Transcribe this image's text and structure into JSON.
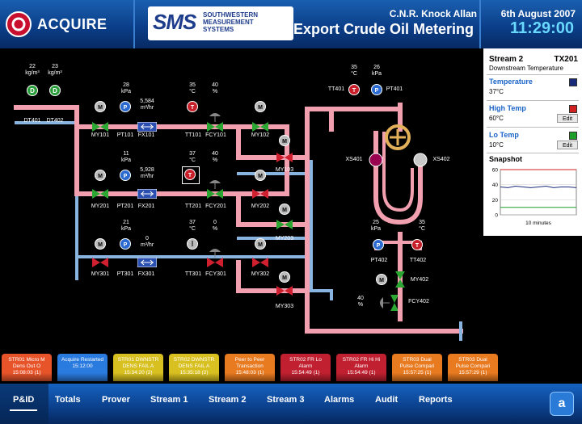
{
  "header": {
    "brand": "ACQUIRE",
    "sms_logo": "SMS",
    "sms_name_1": "SOUTHWESTERN",
    "sms_name_2": "MEASUREMENT",
    "sms_name_3": "SYSTEMS",
    "site": "C.N.R. Knock Allan",
    "app_title": "Export Crude Oil Metering",
    "date": "6th August 2007",
    "time": "11:29:00"
  },
  "density": {
    "units": "kg/m³",
    "dt401": {
      "value": "22",
      "tag": "DT401",
      "icon": "D"
    },
    "dt402": {
      "value": "23",
      "tag": "DT402",
      "icon": "D"
    }
  },
  "units": {
    "kpa": "kPa",
    "degc": "°C",
    "pct": "%",
    "flow": "m³/hr"
  },
  "icons": {
    "motor": "M",
    "pressure": "P",
    "temperature": "T"
  },
  "stream1": {
    "mov": "MY101",
    "pt": {
      "tag": "PT101",
      "value": "28"
    },
    "fx": {
      "tag": "FX101",
      "value": "5,584"
    },
    "tt": {
      "tag": "TT101",
      "value": "35"
    },
    "fcv": {
      "tag": "FCY101",
      "value": "40"
    },
    "mov2": "MY102"
  },
  "stream2": {
    "mov": "MY201",
    "pt": {
      "tag": "PT201",
      "value": "11"
    },
    "fx": {
      "tag": "FX201",
      "value": "5,928"
    },
    "tt": {
      "tag": "TT201",
      "value": "37"
    },
    "fcv": {
      "tag": "FCY201",
      "value": "40"
    },
    "mov2": "MY202"
  },
  "stream3": {
    "mov": "MY301",
    "pt": {
      "tag": "PT301",
      "value": "21"
    },
    "fx": {
      "tag": "FX301",
      "value": "0"
    },
    "tt": {
      "tag": "TT301",
      "value": "37"
    },
    "fcv": {
      "tag": "FCY301",
      "value": "0"
    },
    "mov2": "MY302"
  },
  "crossover": {
    "my103": "MY103",
    "my203": "MY203",
    "my303": "MY303"
  },
  "prover": {
    "tt401": {
      "tag": "TT401",
      "value": "35"
    },
    "pt401": {
      "tag": "PT401",
      "value": "26"
    },
    "xs401": "XS401",
    "xs402": "XS402",
    "pt402": {
      "tag": "PT402",
      "value": "25"
    },
    "tt402": {
      "tag": "TT402",
      "value": "35"
    },
    "my402": "MY402",
    "fcv402": {
      "tag": "FCY402",
      "value": "40"
    }
  },
  "panel": {
    "stream": "Stream 2",
    "tag": "TX201",
    "subtitle": "Downstream Temperature",
    "temp_label": "Temperature",
    "temp_value": "37°C",
    "high_label": "High Temp",
    "high_value": "60°C",
    "lo_label": "Lo Temp",
    "lo_value": "10°C",
    "edit": "Edit",
    "snapshot": "Snapshot",
    "trend_caption": "10 minutes"
  },
  "chart_data": {
    "type": "line",
    "xlabel": "10 minutes",
    "ylim": [
      0,
      60
    ],
    "yticks": [
      "60",
      "40",
      "20",
      "0"
    ],
    "series": [
      {
        "color": "#d22020",
        "values": [
          60,
          60,
          60,
          60,
          60,
          60,
          60,
          60,
          60,
          60,
          60
        ]
      },
      {
        "color": "#1a2a7a",
        "values": [
          37,
          36,
          38,
          37,
          36,
          37,
          38,
          36,
          37,
          37,
          36
        ]
      },
      {
        "color": "#1f9e2a",
        "values": [
          10,
          10,
          10,
          10,
          10,
          10,
          10,
          10,
          10,
          10,
          10
        ]
      }
    ]
  },
  "colors": {
    "high": "#d22020",
    "lo": "#1f9e2a",
    "temp": "#1a2a7a",
    "pipe_pink": "#f2a0b0",
    "pipe_blue": "#8ab4e0"
  },
  "alarms": [
    {
      "line1": "STR01 Micro M",
      "line2": "Dens Out O",
      "time": "15:08:03 (1)",
      "color": "#e8542a"
    },
    {
      "line1": "Acquire Restarted",
      "line2": "",
      "time": "15:12:00",
      "color": "#2a7be0"
    },
    {
      "line1": "STR01 DWNSTR",
      "line2": "DENS FAIL A",
      "time": "15:34:20 (2)",
      "color": "#d8c020"
    },
    {
      "line1": "STR02 DWNSTR",
      "line2": "DENS FAIL A",
      "time": "15:35:18 (2)",
      "color": "#d8c020"
    },
    {
      "line1": "Peer to Peer",
      "line2": "Transaction",
      "time": "15:48:03 (1)",
      "color": "#e87a20"
    },
    {
      "line1": "STR02 FR Lo",
      "line2": "Alarm",
      "time": "15:54:49 (1)",
      "color": "#c02030"
    },
    {
      "line1": "STR02 FR Hi Hi",
      "line2": "Alarm",
      "time": "15:54:49 (1)",
      "color": "#c02030"
    },
    {
      "line1": "STR03 Dual",
      "line2": "Pulse Compari",
      "time": "15:57:25 (1)",
      "color": "#e87a20"
    },
    {
      "line1": "STR03 Dual",
      "line2": "Pulse Compari",
      "time": "15:57:29 (1)",
      "color": "#e87a20"
    }
  ],
  "nav": [
    {
      "label": "P&ID",
      "active": true
    },
    {
      "label": "Totals"
    },
    {
      "label": "Prover"
    },
    {
      "label": "Stream 1"
    },
    {
      "label": "Stream 2"
    },
    {
      "label": "Stream 3"
    },
    {
      "label": "Alarms"
    },
    {
      "label": "Audit"
    },
    {
      "label": "Reports"
    }
  ],
  "nav_icon": "a"
}
